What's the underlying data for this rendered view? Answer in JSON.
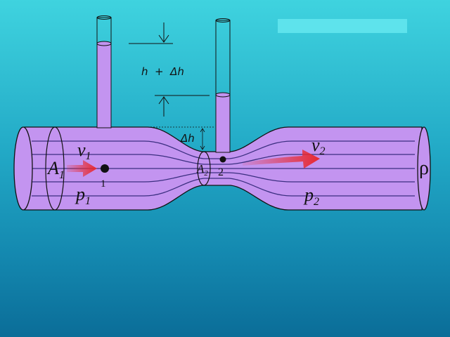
{
  "diagram": {
    "height_label": "h  +  Δh",
    "delta_h_label": "Δh",
    "density_label": "ρ",
    "section1": {
      "area": "A",
      "area_sub": "1",
      "velocity": "v",
      "velocity_sub": "1",
      "pressure": "p",
      "pressure_sub": "1",
      "point": "1"
    },
    "section2": {
      "area": "A",
      "area_sub": "2",
      "velocity": "v",
      "velocity_sub": "2",
      "pressure": "p",
      "pressure_sub": "2",
      "point": "2"
    }
  },
  "colors": {
    "pipe_fill": "#c394f0",
    "pipe_outline": "#111111",
    "flow_arrow": "#e8292f",
    "banner": "#5ee3ec",
    "background_top": "#3fd3df",
    "background_bottom": "#0b6d98"
  }
}
